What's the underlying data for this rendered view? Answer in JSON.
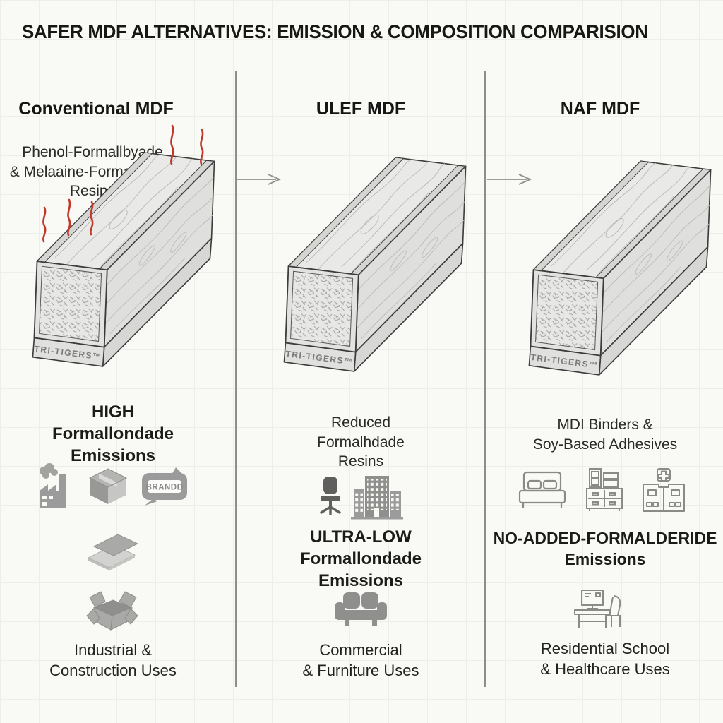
{
  "title": "SAFER MDF ALTERNATIVES: EMISSION & COMPOSITION COMPARISION",
  "brand_label": "TRI-TIGERS™",
  "colors": {
    "accent_red": "#c0392b",
    "divider_gray": "#8d8d8d",
    "icon_solid_gray": "#9b9b9b",
    "icon_outline_gray": "#8a8a8a",
    "text_dark": "#1d1d1b"
  },
  "columns": [
    {
      "header": "Conventional MDF",
      "note": "Phenol-Formallbyade\n& Melaaine-Formalhyade\nResins",
      "emission": "HIGH\nFormallondade\nEmissions",
      "badge_text": "BRANDD",
      "uses": "Industrial &\nConstruction Uses",
      "icons": [
        "factory-icon",
        "package-icon",
        "brand-badge",
        "sheets-icon",
        "open-box-icon"
      ],
      "emission_vapors": true
    },
    {
      "header": "ULEF MDF",
      "note": "Reduced\nFormalhdade\nResins",
      "emission": "ULTRA-LOW\nFormallondade\nEmissions",
      "uses": "Commercial\n& Furniture Uses",
      "icons": [
        "office-chair-icon",
        "office-building-icon",
        "sofa-icon"
      ],
      "emission_vapors": false
    },
    {
      "header": "NAF MDF",
      "note": "MDI Binders &\nSoy-Based Adhesives",
      "emission": "NO-ADDED-FORMALDERIDE\nEmissions",
      "uses": "Residential School\n& Healthcare Uses",
      "icons": [
        "bed-icon",
        "dresser-icon",
        "hospital-icon",
        "desk-workstation-icon"
      ],
      "emission_vapors": false
    }
  ]
}
